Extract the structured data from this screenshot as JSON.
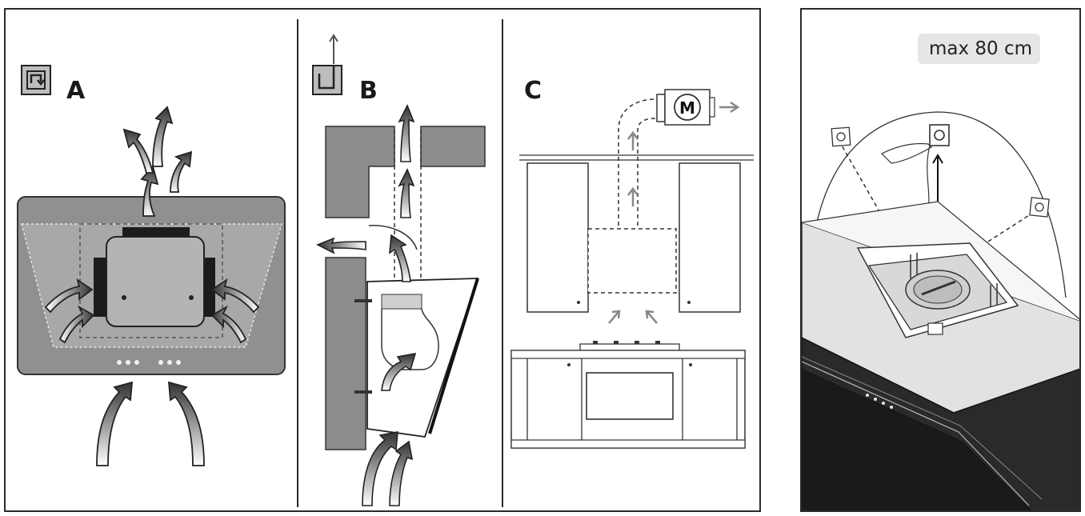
{
  "panels": [
    {
      "letter": "A",
      "mode_icon": "recirculation-mode-icon"
    },
    {
      "letter": "B",
      "mode_icon": "extraction-mode-icon"
    },
    {
      "letter": "C",
      "motor_label": "M"
    }
  ],
  "installation": {
    "max_distance_label": "max 80 cm"
  }
}
